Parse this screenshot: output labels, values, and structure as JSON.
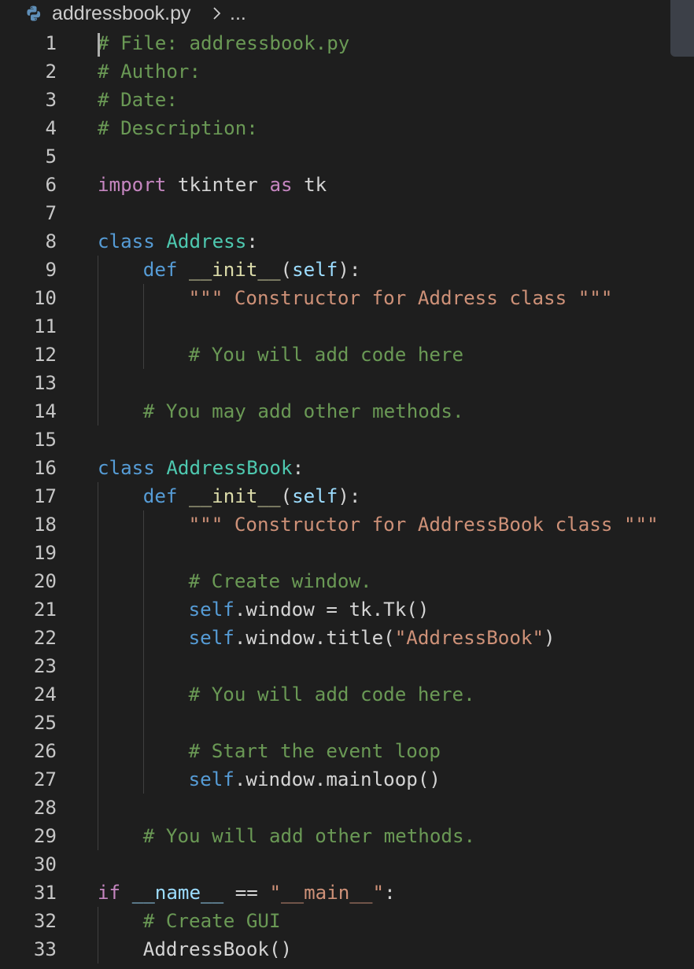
{
  "breadcrumb": {
    "file": "addressbook.py",
    "separator_icon": "chevron-right-icon",
    "more": "..."
  },
  "lines": [
    {
      "n": "1",
      "indent": 0,
      "tokens": [
        {
          "t": "# File: addressbook.py",
          "c": "cm"
        }
      ]
    },
    {
      "n": "2",
      "indent": 0,
      "tokens": [
        {
          "t": "# Author:",
          "c": "cm"
        }
      ]
    },
    {
      "n": "3",
      "indent": 0,
      "tokens": [
        {
          "t": "# Date:",
          "c": "cm"
        }
      ]
    },
    {
      "n": "4",
      "indent": 0,
      "tokens": [
        {
          "t": "# Description:",
          "c": "cm"
        }
      ]
    },
    {
      "n": "5",
      "indent": 0,
      "tokens": []
    },
    {
      "n": "6",
      "indent": 0,
      "tokens": [
        {
          "t": "import",
          "c": "kw2"
        },
        {
          "t": " tkinter ",
          "c": "id"
        },
        {
          "t": "as",
          "c": "kw2"
        },
        {
          "t": " tk",
          "c": "id"
        }
      ]
    },
    {
      "n": "7",
      "indent": 0,
      "tokens": []
    },
    {
      "n": "8",
      "indent": 0,
      "tokens": [
        {
          "t": "class",
          "c": "kw"
        },
        {
          "t": " ",
          "c": "id"
        },
        {
          "t": "Address",
          "c": "cls"
        },
        {
          "t": ":",
          "c": "id"
        }
      ]
    },
    {
      "n": "9",
      "indent": 1,
      "tokens": [
        {
          "t": "def",
          "c": "kw"
        },
        {
          "t": " ",
          "c": "id"
        },
        {
          "t": "__init__",
          "c": "fn"
        },
        {
          "t": "(",
          "c": "id"
        },
        {
          "t": "self",
          "c": "var"
        },
        {
          "t": "):",
          "c": "id"
        }
      ]
    },
    {
      "n": "10",
      "indent": 2,
      "tokens": [
        {
          "t": "\"\"\" Constructor for Address class \"\"\"",
          "c": "str"
        }
      ]
    },
    {
      "n": "11",
      "indent": 0,
      "tokens": []
    },
    {
      "n": "12",
      "indent": 2,
      "tokens": [
        {
          "t": "# You will add code here",
          "c": "cm"
        }
      ]
    },
    {
      "n": "13",
      "indent": 0,
      "tokens": []
    },
    {
      "n": "14",
      "indent": 1,
      "tokens": [
        {
          "t": "# You may add other methods.",
          "c": "cm"
        }
      ]
    },
    {
      "n": "15",
      "indent": 0,
      "tokens": []
    },
    {
      "n": "16",
      "indent": 0,
      "tokens": [
        {
          "t": "class",
          "c": "kw"
        },
        {
          "t": " ",
          "c": "id"
        },
        {
          "t": "AddressBook",
          "c": "cls"
        },
        {
          "t": ":",
          "c": "id"
        }
      ]
    },
    {
      "n": "17",
      "indent": 1,
      "tokens": [
        {
          "t": "def",
          "c": "kw"
        },
        {
          "t": " ",
          "c": "id"
        },
        {
          "t": "__init__",
          "c": "fn"
        },
        {
          "t": "(",
          "c": "id"
        },
        {
          "t": "self",
          "c": "var"
        },
        {
          "t": "):",
          "c": "id"
        }
      ]
    },
    {
      "n": "18",
      "indent": 2,
      "tokens": [
        {
          "t": "\"\"\" Constructor for AddressBook class \"\"\"",
          "c": "str"
        }
      ]
    },
    {
      "n": "19",
      "indent": 0,
      "tokens": []
    },
    {
      "n": "20",
      "indent": 2,
      "tokens": [
        {
          "t": "# Create window.",
          "c": "cm"
        }
      ]
    },
    {
      "n": "21",
      "indent": 2,
      "tokens": [
        {
          "t": "self",
          "c": "sf"
        },
        {
          "t": ".window = tk.Tk()",
          "c": "id"
        }
      ]
    },
    {
      "n": "22",
      "indent": 2,
      "tokens": [
        {
          "t": "self",
          "c": "sf"
        },
        {
          "t": ".window.title(",
          "c": "id"
        },
        {
          "t": "\"AddressBook\"",
          "c": "str"
        },
        {
          "t": ")",
          "c": "id"
        }
      ]
    },
    {
      "n": "23",
      "indent": 0,
      "tokens": []
    },
    {
      "n": "24",
      "indent": 2,
      "tokens": [
        {
          "t": "# You will add code here.",
          "c": "cm"
        }
      ]
    },
    {
      "n": "25",
      "indent": 0,
      "tokens": []
    },
    {
      "n": "26",
      "indent": 2,
      "tokens": [
        {
          "t": "# Start the event loop",
          "c": "cm"
        }
      ]
    },
    {
      "n": "27",
      "indent": 2,
      "tokens": [
        {
          "t": "self",
          "c": "sf"
        },
        {
          "t": ".window.mainloop()",
          "c": "id"
        }
      ]
    },
    {
      "n": "28",
      "indent": 0,
      "tokens": []
    },
    {
      "n": "29",
      "indent": 1,
      "tokens": [
        {
          "t": "# You will add other methods.",
          "c": "cm"
        }
      ]
    },
    {
      "n": "30",
      "indent": 0,
      "tokens": []
    },
    {
      "n": "31",
      "indent": 0,
      "tokens": [
        {
          "t": "if",
          "c": "kw2"
        },
        {
          "t": " ",
          "c": "id"
        },
        {
          "t": "__name__",
          "c": "var"
        },
        {
          "t": " == ",
          "c": "id"
        },
        {
          "t": "\"__main__\"",
          "c": "str"
        },
        {
          "t": ":",
          "c": "id"
        }
      ]
    },
    {
      "n": "32",
      "indent": 1,
      "tokens": [
        {
          "t": "# Create GUI",
          "c": "cm"
        }
      ]
    },
    {
      "n": "33",
      "indent": 1,
      "tokens": [
        {
          "t": "AddressBook()",
          "c": "id"
        }
      ]
    }
  ]
}
